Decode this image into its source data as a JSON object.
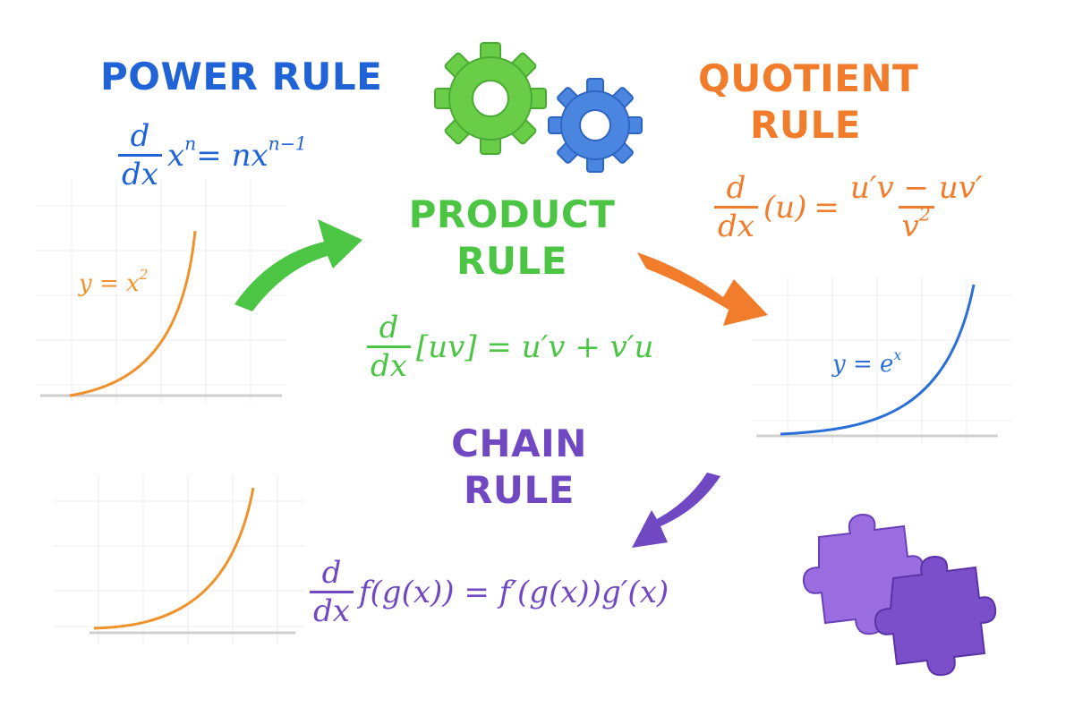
{
  "colors": {
    "power": "#1f63d6",
    "product": "#4cc444",
    "quotient": "#f07c2c",
    "chain": "#7048c2",
    "curve_orange": "#f0922c",
    "curve_blue": "#2a6fd8",
    "grid": "#ececec",
    "axis": "#cfcfcf"
  },
  "icons": [
    "gear-icon",
    "puzzle-icon",
    "arrow-icon"
  ],
  "power_rule": {
    "title": "POWER RULE",
    "d": "d",
    "dx": "dx",
    "base": "x",
    "exp": "n",
    "eq": " = nx",
    "rhs_exp": "n−1",
    "curve_label": "y = x",
    "curve_exp": "2"
  },
  "product_rule": {
    "title_line1": "PRODUCT",
    "title_line2": "RULE",
    "d": "d",
    "dx": "dx",
    "body": "[uv] = u′v + v′u"
  },
  "quotient_rule": {
    "title_line1": "QUOTIENT",
    "title_line2": "RULE",
    "d": "d",
    "dx": "dx",
    "arg": "(u)",
    "eq": "=",
    "num": "u′v − uv′",
    "den": "v",
    "den_exp": "2",
    "curve_label": "y = e",
    "curve_exp": "x"
  },
  "chain_rule": {
    "title_line1": "CHAIN",
    "title_line2": "RULE",
    "d": "d",
    "dx": "dx",
    "body": "f(g(x)) = f′(g(x))g′(x)"
  }
}
